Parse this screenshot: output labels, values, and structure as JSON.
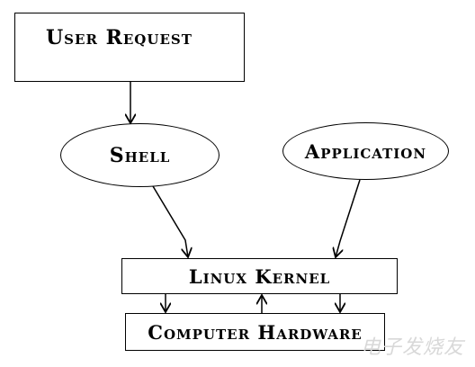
{
  "nodes": {
    "user_request": "User Request",
    "shell": "Shell",
    "application": "Application",
    "linux_kernel": "Linux Kernel",
    "computer_hardware": "Computer Hardware"
  },
  "watermark": "电子发烧友",
  "colors": {
    "stroke": "#000000",
    "background": "#ffffff",
    "watermark": "#d8d8d8"
  }
}
